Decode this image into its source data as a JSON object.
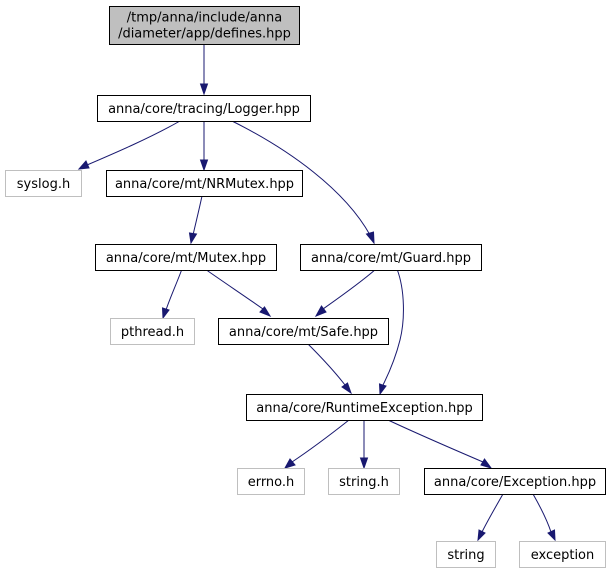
{
  "nodes": {
    "defines": {
      "line1": "/tmp/anna/include/anna",
      "line2": "/diameter/app/defines.hpp"
    },
    "logger": {
      "label": "anna/core/tracing/Logger.hpp"
    },
    "syslog": {
      "label": "syslog.h"
    },
    "nrmutex": {
      "label": "anna/core/mt/NRMutex.hpp"
    },
    "mutex": {
      "label": "anna/core/mt/Mutex.hpp"
    },
    "guard": {
      "label": "anna/core/mt/Guard.hpp"
    },
    "pthread": {
      "label": "pthread.h"
    },
    "safe": {
      "label": "anna/core/mt/Safe.hpp"
    },
    "runtime": {
      "label": "anna/core/RuntimeException.hpp"
    },
    "errno": {
      "label": "errno.h"
    },
    "stringh": {
      "label": "string.h"
    },
    "exceptionhpp": {
      "label": "anna/core/Exception.hpp"
    },
    "string": {
      "label": "string"
    },
    "exception": {
      "label": "exception"
    }
  },
  "colors": {
    "edge": "#191970",
    "root_fill": "#bfbfbf",
    "external_border": "#bfbfbf",
    "node_border": "#000000"
  }
}
